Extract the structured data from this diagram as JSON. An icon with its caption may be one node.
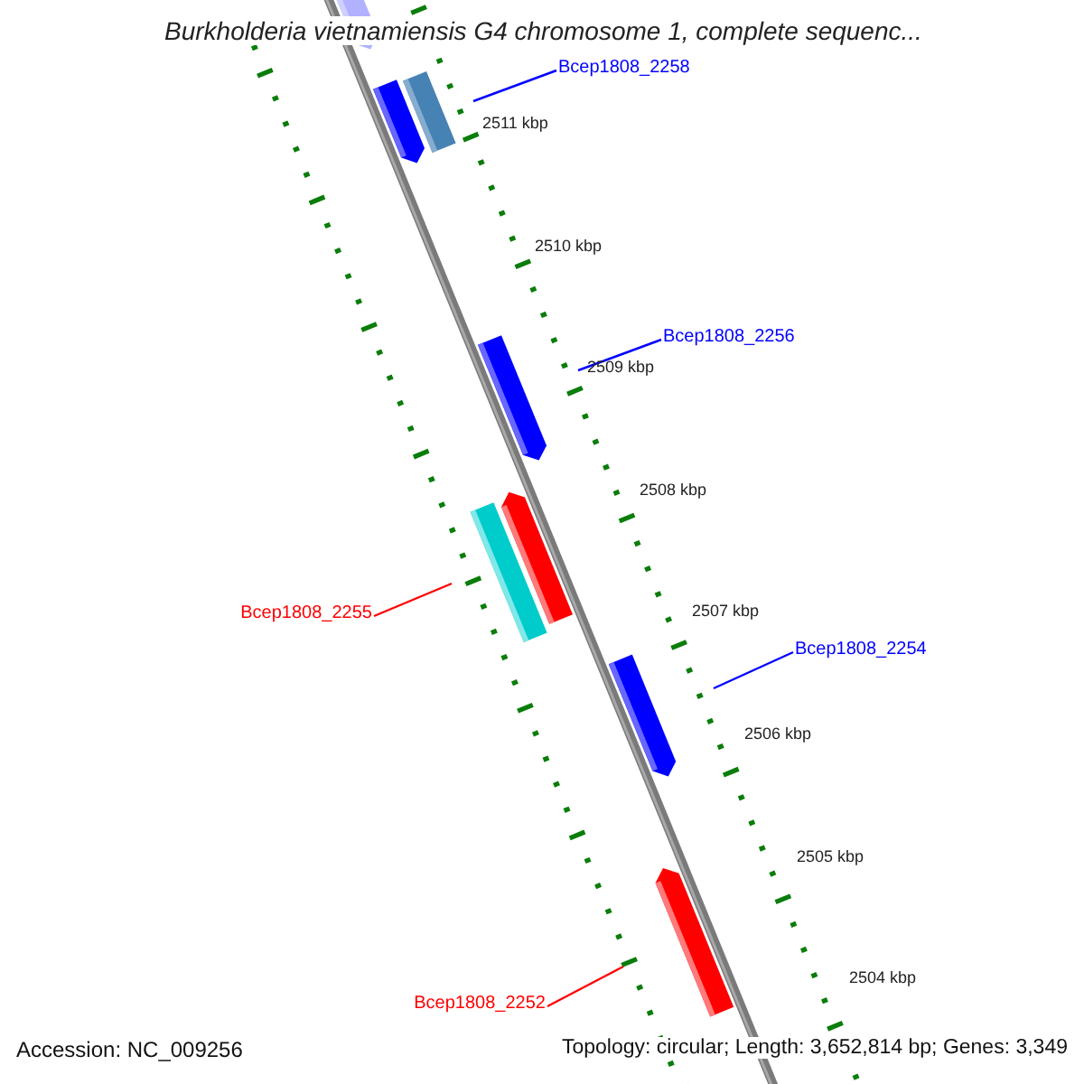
{
  "diagram": {
    "title": "Burkholderia vietnamiensis G4 chromosome 1, complete sequenc...",
    "nodes": [
      {
        "text": [
          "Bcep1808_2258"
        ]
      },
      {
        "text": [],
        "shape": "bar"
      },
      {
        "text": [
          "Bcep1808_2256"
        ]
      },
      {
        "text": [],
        "shape": "bar"
      },
      {
        "text": [
          "Bcep1808_2255"
        ]
      },
      {
        "text": [],
        "shape": "bar"
      },
      {
        "text": [
          "Bcep1808_2254"
        ]
      },
      {
        "text": [],
        "shape": "bar"
      },
      {
        "text": [
          "Bcep1808_2252"
        ]
      },
      {
        "text": [],
        "shape": "bar"
      }
    ],
    "edges": [
      {
        "from": 0,
        "to": 1,
        "arrow": "none"
      },
      {
        "from": 2,
        "to": 3,
        "arrow": "none"
      },
      {
        "from": 4,
        "to": 5,
        "arrow": "none",
        "color": "#ff0000"
      },
      {
        "from": 6,
        "to": 7,
        "arrow": "none"
      },
      {
        "from": 8,
        "to": 9,
        "arrow": "none",
        "color": "#ff0000"
      }
    ],
    "labels": [
      "2511 kbp",
      "2510 kbp",
      "2509 kbp",
      "2508 kbp",
      "2507 kbp",
      "2506 kbp",
      "2505 kbp",
      "2504 kbp",
      "Accession: NC_009256",
      "Topology: circular; Length: 3,652,814 bp; Genes: 3,349"
    ]
  }
}
